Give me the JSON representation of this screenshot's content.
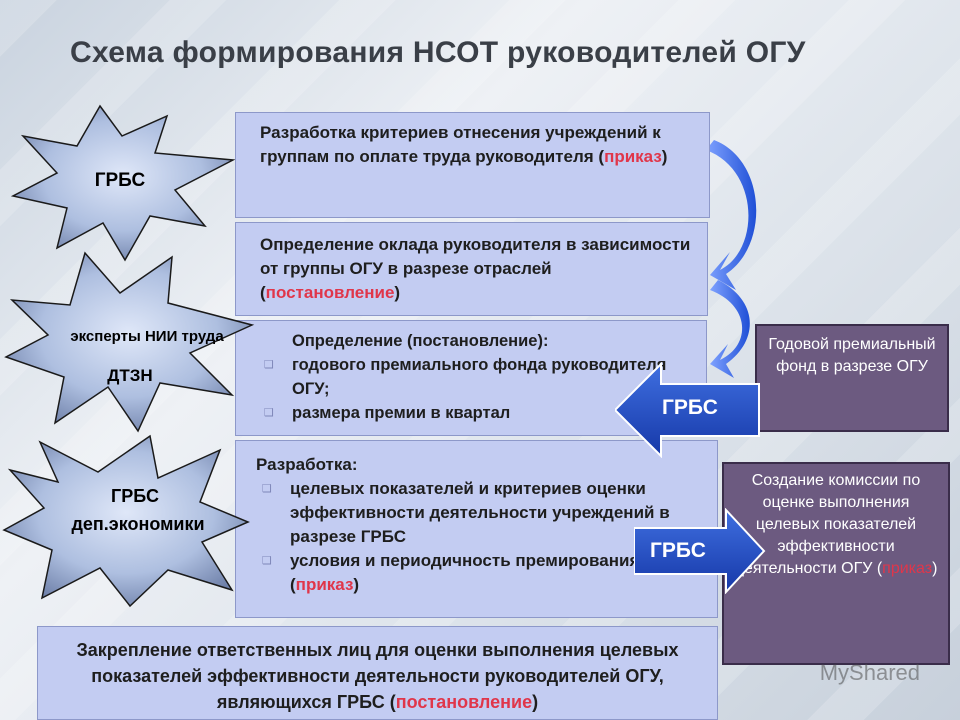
{
  "title": "Схема  формирования НСОТ руководителей ОГУ",
  "stars": {
    "s1": "ГРБС",
    "s2_line1": "эксперты НИИ труда",
    "s2_line2": "ДТЗН",
    "s3_line1": "ГРБС",
    "s3_line2": "деп.экономики"
  },
  "boxes": {
    "b1_text": "Разработка критериев отнесения учреждений к группам по оплате труда руководителя (",
    "b1_red": "приказ",
    "b1_end": ")",
    "b2_text": "Определение оклада руководителя в зависимости от группы ОГУ в разрезе отраслей (",
    "b2_red": "постановление",
    "b2_end": ")",
    "b3_head": "Определение (постановление):",
    "b3_items": [
      "годового премиального фонда руководителя ОГУ;",
      "размера премии в квартал"
    ],
    "b4_head": "Разработка:",
    "b4_item1": "целевых показателей и критериев оценки эффективности деятельности учреждений в разрезе ГРБС",
    "b4_item2_text": "условия и периодичность премирования (",
    "b4_item2_red": "приказ",
    "b4_item2_end": ")",
    "b5_text": "Закрепление ответственных лиц для оценки выполнения целевых показателей  эффективности деятельности руководителей ОГУ, являющихся ГРБС (",
    "b5_red": "постановление",
    "b5_end": ")"
  },
  "side": {
    "fund": "Годовой премиальный фонд в разрезе ОГУ",
    "commission_text": "Создание комиссии по оценке выполнения целевых показателей эффективности деятельности ОГУ (",
    "commission_red": "приказ",
    "commission_end": ")"
  },
  "arrows": {
    "a1": "ГРБС",
    "a2": "ГРБС"
  },
  "watermark": "MyShared"
}
